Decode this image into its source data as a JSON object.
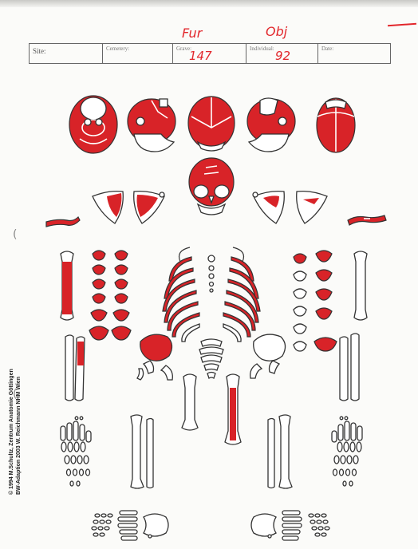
{
  "annotations": {
    "top_left": "Fur",
    "top_right": "Obj"
  },
  "form": {
    "site_label": "Site:",
    "cemetery_label": "Cemetery:",
    "grave_label": "Grave:",
    "grave_value": "147",
    "individual_label": "Individual:",
    "individual_value": "92",
    "date_label": "Date:"
  },
  "copyright": {
    "line1": "© 1994 M.Schultz, Zentrum Anatomie  Göttingen",
    "line2": "BW-Adaption 2003 W. Reichmann  NHM Wien"
  },
  "colors": {
    "marked": "#d82328",
    "outline": "#333333",
    "paper": "#fbfbf9"
  }
}
